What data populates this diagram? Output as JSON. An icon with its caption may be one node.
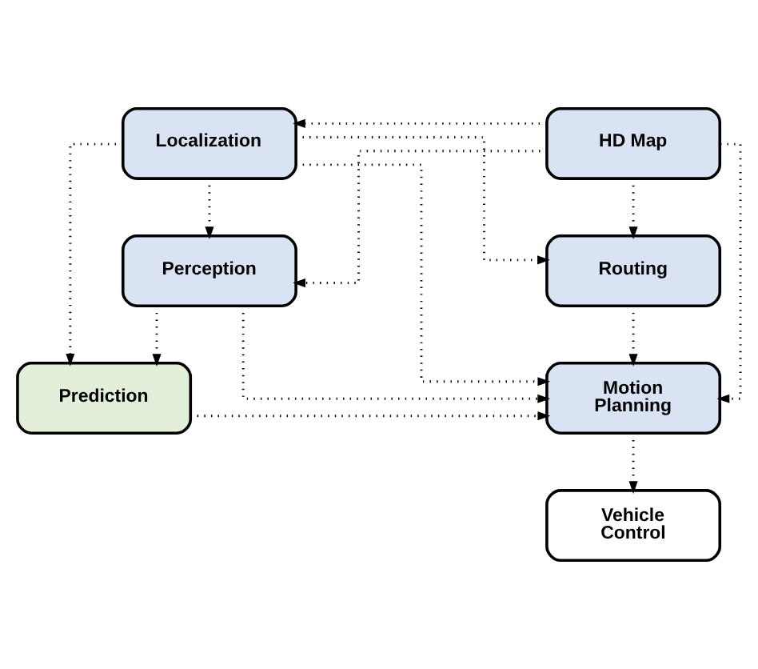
{
  "diagram": {
    "nodes": [
      {
        "text": [
          "Localization"
        ]
      },
      {
        "text": [
          "HD Map"
        ]
      },
      {
        "text": [
          "Perception"
        ]
      },
      {
        "text": [
          "Routing"
        ]
      },
      {
        "text": [
          "Prediction"
        ]
      },
      {
        "text": [
          "Motion Planning"
        ]
      },
      {
        "text": [
          "Vehicle Control"
        ]
      }
    ],
    "edges": [
      {
        "from": 1,
        "to": 0,
        "arrow": "to"
      },
      {
        "from": 1,
        "to": 2,
        "arrow": "to"
      },
      {
        "from": 0,
        "to": 4,
        "arrow": "to"
      },
      {
        "from": 0,
        "to": 2,
        "arrow": "to"
      },
      {
        "from": 0,
        "to": 3,
        "arrow": "to"
      },
      {
        "from": 0,
        "to": 5,
        "arrow": "to"
      },
      {
        "from": 1,
        "to": 3,
        "arrow": "to"
      },
      {
        "from": 1,
        "to": 5,
        "arrow": "to"
      },
      {
        "from": 2,
        "to": 4,
        "arrow": "to"
      },
      {
        "from": 2,
        "to": 5,
        "arrow": "to"
      },
      {
        "from": 3,
        "to": 5,
        "arrow": "to"
      },
      {
        "from": 4,
        "to": 5,
        "arrow": "to"
      },
      {
        "from": 5,
        "to": 6,
        "arrow": "to"
      }
    ]
  }
}
